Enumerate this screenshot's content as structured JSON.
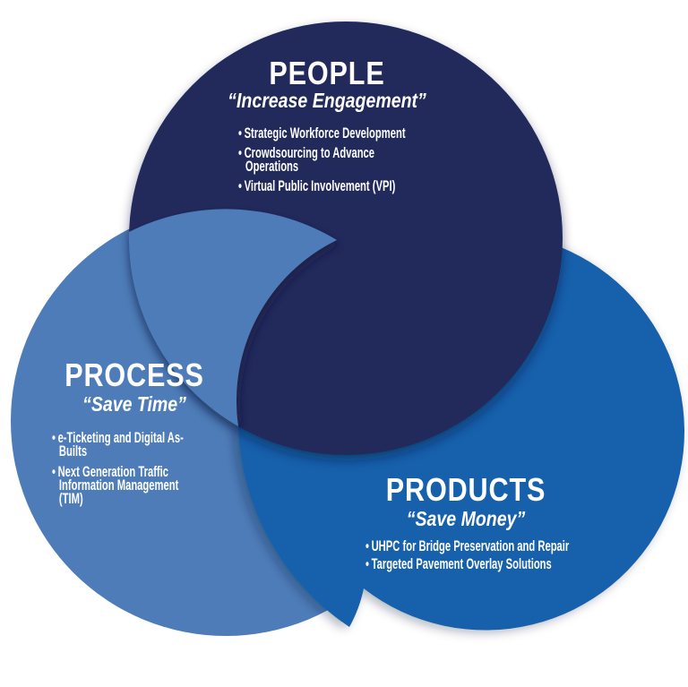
{
  "diagram": {
    "type": "venn-pinwheel",
    "background_color": "#ffffff",
    "text_color": "#ffffff",
    "circles": [
      {
        "id": "people",
        "title": "PEOPLE",
        "subtitle": "“Increase Engagement”",
        "color": "#212b5c",
        "bullets": [
          "Strategic Workforce Development",
          "Crowdsourcing to Advance Operations",
          "Virtual Public Involvement (VPI)"
        ]
      },
      {
        "id": "process",
        "title": "PROCESS",
        "subtitle": "“Save Time”",
        "color": "#4d7cb8",
        "bullets": [
          "e-Ticketing and Digital As-Builts",
          "Next Generation Traffic Information Management (TIM)"
        ]
      },
      {
        "id": "products",
        "title": "PRODUCTS",
        "subtitle": "“Save Money”",
        "color": "#1761ac",
        "bullets": [
          "UHPC for Bridge Preservation and Repair",
          "Targeted Pavement Overlay Solutions"
        ]
      }
    ]
  }
}
